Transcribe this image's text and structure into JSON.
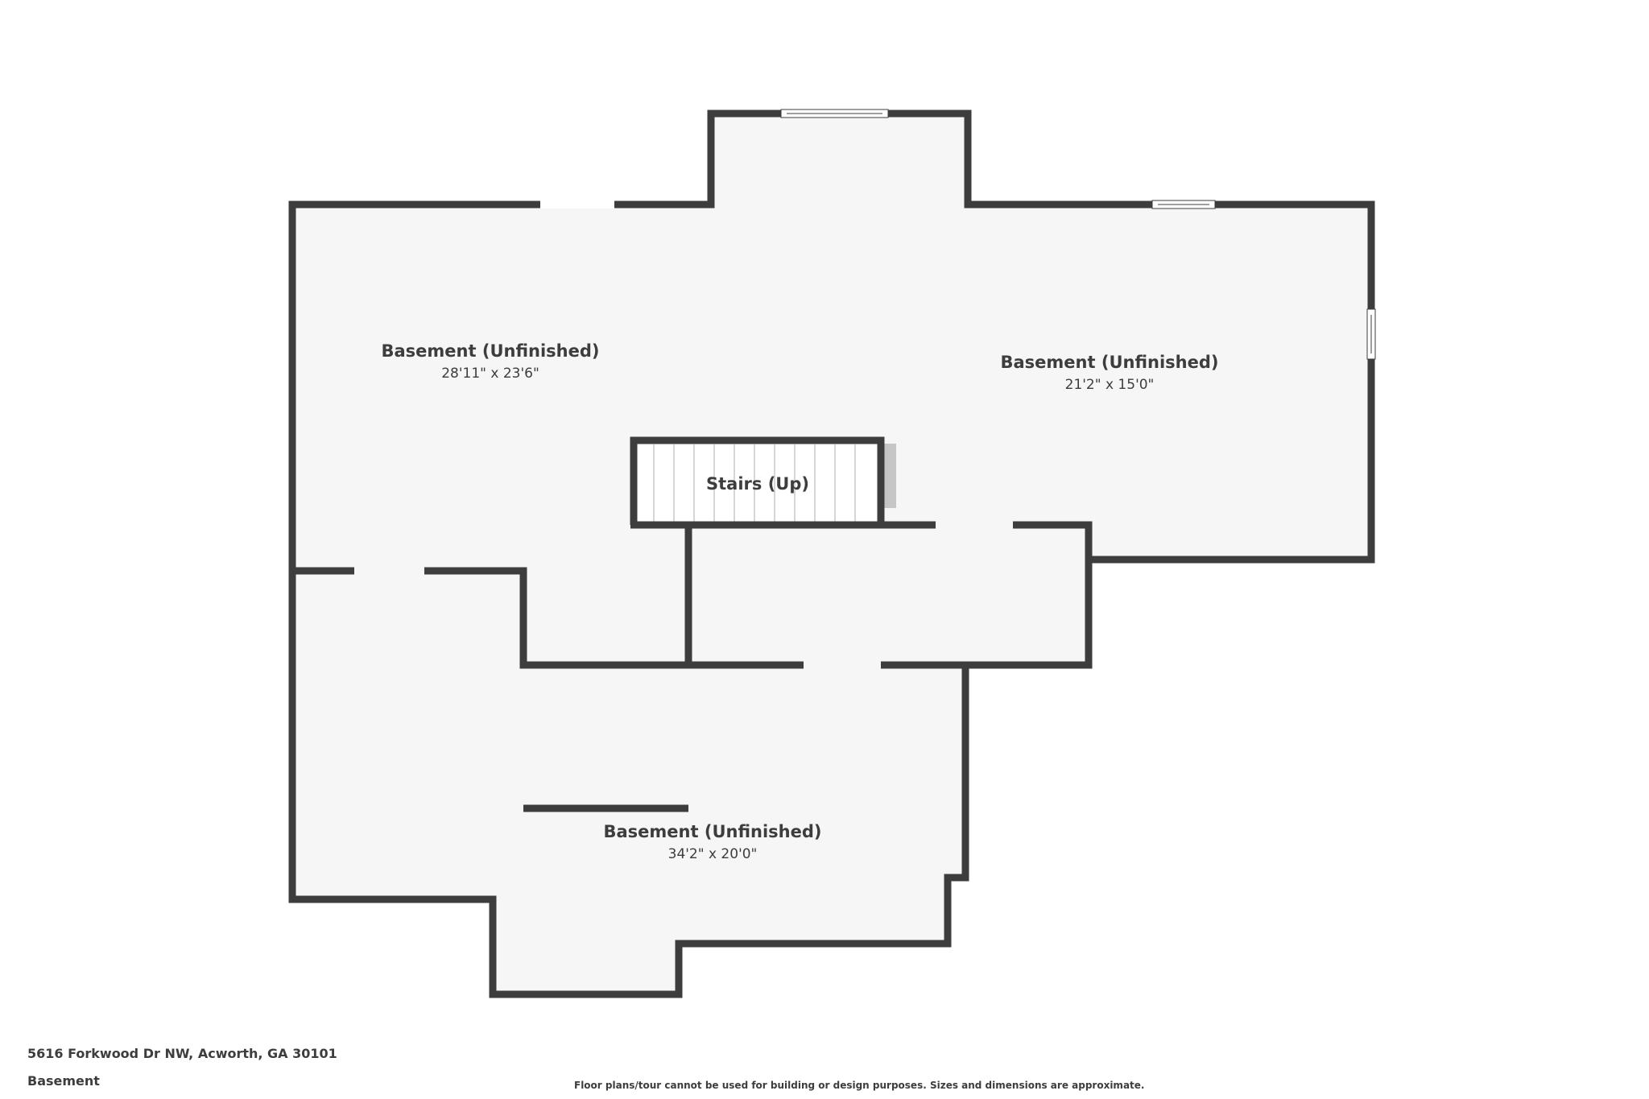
{
  "rooms": [
    {
      "name": "Basement (Unfinished)",
      "dimensions": "28'11\" x 23'6\""
    },
    {
      "name": "Basement (Unfinished)",
      "dimensions": "21'2\" x 15'0\""
    },
    {
      "name": "Basement (Unfinished)",
      "dimensions": "34'2\" x 20'0\""
    }
  ],
  "stairs": {
    "label": "Stairs (Up)"
  },
  "footer": {
    "address": "5616 Forkwood Dr NW, Acworth, GA 30101",
    "level": "Basement",
    "disclaimer": "Floor plans/tour cannot be used for building or design purposes. Sizes and dimensions are approximate."
  },
  "colors": {
    "wall": "#3d3d3d",
    "floor": "#f6f6f6",
    "window": "#ffffff",
    "text": "#3d3d3d"
  }
}
